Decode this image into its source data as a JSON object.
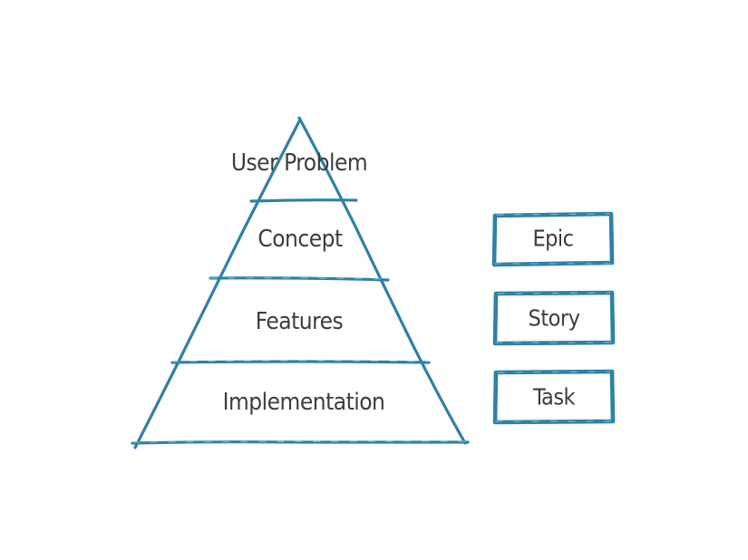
{
  "pyramid": {
    "levels": [
      {
        "label": "User Problem"
      },
      {
        "label": "Concept"
      },
      {
        "label": "Features"
      },
      {
        "label": "Implementation"
      }
    ]
  },
  "legend_boxes": [
    {
      "label": "Epic"
    },
    {
      "label": "Story"
    },
    {
      "label": "Task"
    }
  ],
  "colors": {
    "stroke": "#2e81a6",
    "text": "#3d3d3d",
    "background": "#ffffff"
  }
}
